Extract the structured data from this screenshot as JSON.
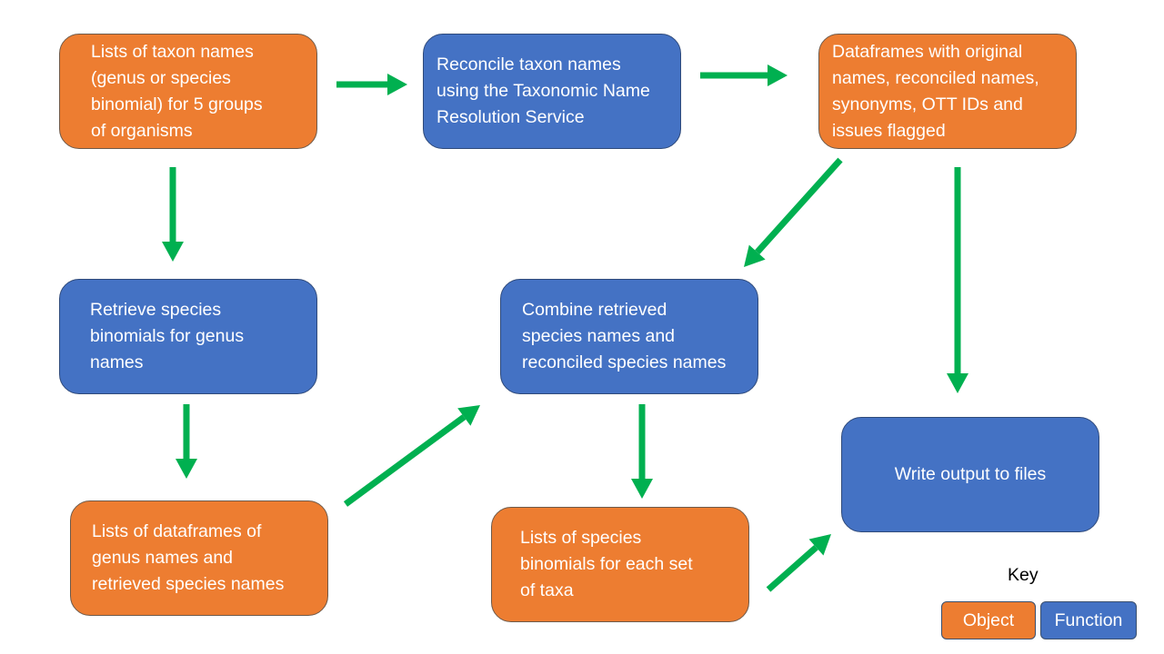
{
  "diagram": {
    "nodes": {
      "lists_taxon": {
        "type": "object",
        "text": "Lists of taxon names\n(genus or species\nbinomial) for 5 groups\nof organisms"
      },
      "reconcile": {
        "type": "function",
        "text": "Reconcile taxon names\nusing the Taxonomic Name\nResolution Service"
      },
      "dataframes": {
        "type": "object",
        "text": "Dataframes with original\nnames, reconciled names,\nsynonyms, OTT IDs and\nissues flagged"
      },
      "retrieve": {
        "type": "function",
        "text": "Retrieve species\nbinomials for genus\nnames"
      },
      "combine": {
        "type": "function",
        "text": "Combine retrieved\nspecies names and\nreconciled species names"
      },
      "lists_dataframes": {
        "type": "object",
        "text": "Lists of dataframes of\ngenus names and\nretrieved species names"
      },
      "lists_species": {
        "type": "object",
        "text": "Lists of species\nbinomials for each set\nof taxa"
      },
      "write_output": {
        "type": "function",
        "text": "Write output to files"
      }
    },
    "edges": [
      {
        "from": "lists_taxon",
        "to": "reconcile"
      },
      {
        "from": "reconcile",
        "to": "dataframes"
      },
      {
        "from": "lists_taxon",
        "to": "retrieve"
      },
      {
        "from": "dataframes",
        "to": "combine"
      },
      {
        "from": "dataframes",
        "to": "write_output"
      },
      {
        "from": "retrieve",
        "to": "lists_dataframes"
      },
      {
        "from": "lists_dataframes",
        "to": "combine"
      },
      {
        "from": "combine",
        "to": "lists_species"
      },
      {
        "from": "lists_species",
        "to": "write_output"
      }
    ],
    "key": {
      "title": "Key",
      "object_label": "Object",
      "function_label": "Function"
    },
    "colors": {
      "object": "#ed7d31",
      "function": "#4472c4",
      "arrow": "#00b050"
    }
  }
}
